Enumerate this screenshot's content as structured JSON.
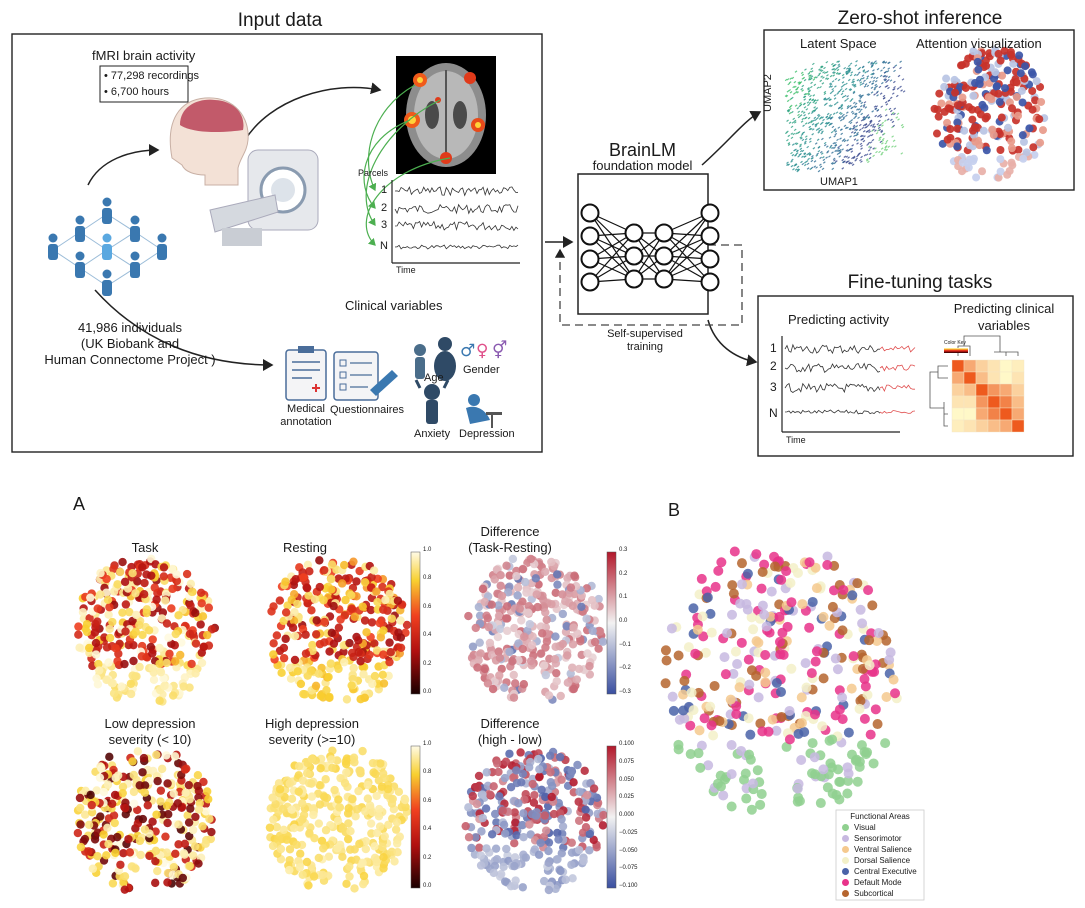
{
  "top": {
    "input_title": "Input data",
    "zero_shot_title": "Zero-shot inference",
    "fine_tuning_title": "Fine-tuning tasks",
    "fmri_title": "fMRI brain activity",
    "fmri_stats": [
      "• 77,298 recordings",
      "• 6,700 hours"
    ],
    "individuals": [
      "41,986 individuals",
      "(UK Biobank and",
      "Human Connectome Project )"
    ],
    "parcels_label": "Parcels",
    "parcel_ids": [
      "1",
      "2",
      "3",
      "N"
    ],
    "time_label": "Time",
    "clinical_title": "Clinical variables",
    "clinical_items": {
      "medical": [
        "Medical",
        "annotation"
      ],
      "questionnaires": "Questionnaires",
      "age": "Age",
      "gender": "Gender",
      "anxiety": "Anxiety",
      "depression": "Depression"
    },
    "model_name": "BrainLM",
    "model_sub": "foundation model",
    "self_supervised": [
      "Self-supervised",
      "training"
    ],
    "latent_space": "Latent Space",
    "attention_vis": "Attention visualization",
    "umap1": "UMAP1",
    "umap2": "UMAP2",
    "predicting_activity": "Predicting activity",
    "predicting_clinical": [
      "Predicting clinical",
      "variables"
    ],
    "ft_time_label": "Time",
    "ft_parcel_ids": [
      "1",
      "2",
      "3",
      "N"
    ],
    "heatmap_key": "Color Key"
  },
  "panel_a": {
    "letter": "A",
    "titles": {
      "task": "Task",
      "resting": "Resting",
      "diff1": [
        "Difference",
        "(Task-Resting)"
      ],
      "low": [
        "Low depression",
        "severity (< 10)"
      ],
      "high": [
        "High depression",
        "severity (>=10)"
      ],
      "diff2": [
        "Difference",
        "(high - low)"
      ]
    },
    "colorbar1": [
      "1.0",
      "0.8",
      "0.6",
      "0.4",
      "0.2",
      "0.0"
    ],
    "colorbar2": [
      "0.3",
      "0.2",
      "0.1",
      "0.0",
      "−0.1",
      "−0.2",
      "−0.3"
    ],
    "colorbar3": [
      "1.0",
      "0.8",
      "0.6",
      "0.4",
      "0.2",
      "0.0"
    ],
    "colorbar4": [
      "0.100",
      "0.075",
      "0.050",
      "0.025",
      "0.000",
      "−0.025",
      "−0.050",
      "−0.075",
      "−0.100"
    ]
  },
  "panel_b": {
    "letter": "B",
    "legend_title": "Functional Areas",
    "legend": [
      {
        "name": "Visual",
        "color": "#8fd08f"
      },
      {
        "name": "Sensorimotor",
        "color": "#c7b8e0"
      },
      {
        "name": "Ventral Salience",
        "color": "#f5c98e"
      },
      {
        "name": "Dorsal Salience",
        "color": "#f3f0c8"
      },
      {
        "name": "Central Executive",
        "color": "#4a63a8"
      },
      {
        "name": "Default Mode",
        "color": "#e8338a"
      },
      {
        "name": "Subcortical",
        "color": "#b5652e"
      }
    ]
  },
  "colors": {
    "person": "#3a78b0",
    "person_hi": "#5aa8e0",
    "frame": "#222222",
    "arrow_green": "#4caf50"
  }
}
